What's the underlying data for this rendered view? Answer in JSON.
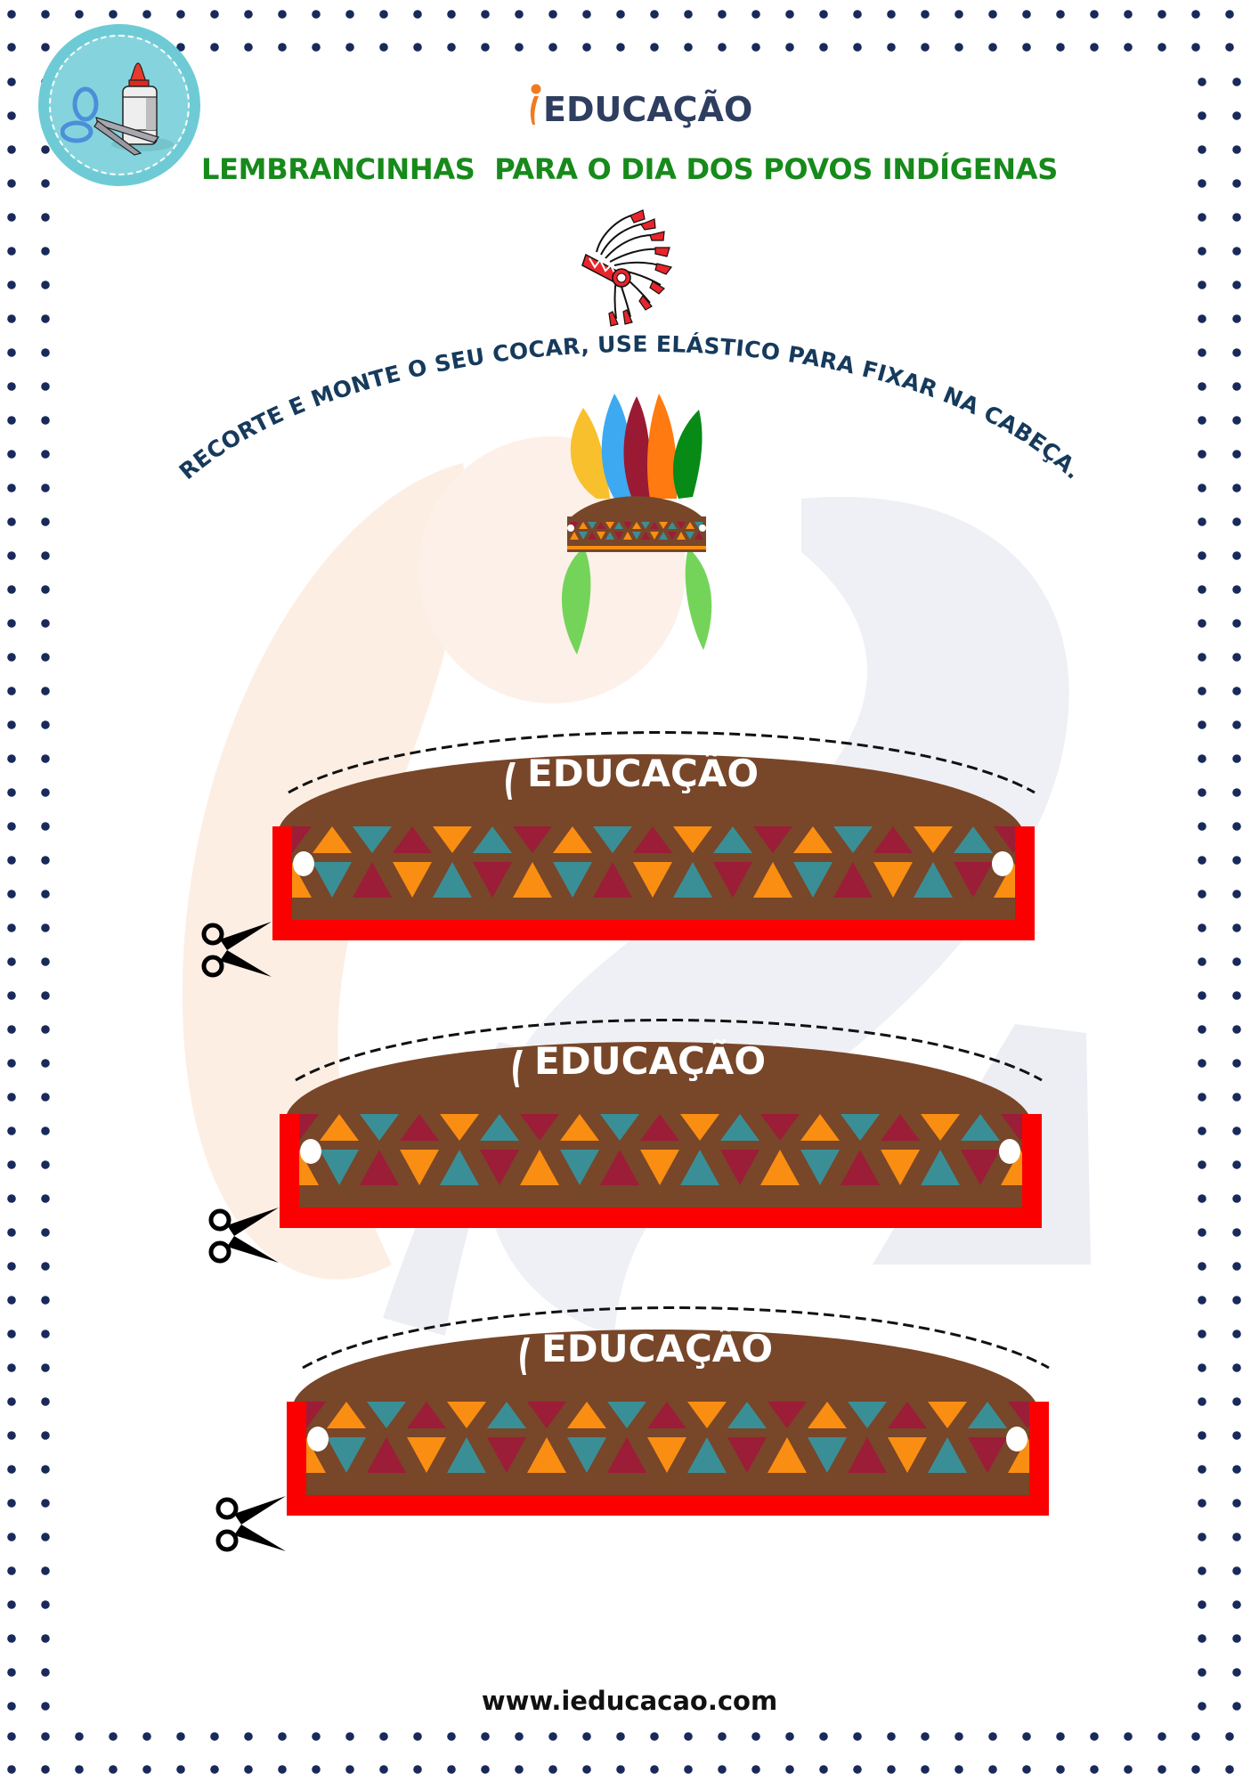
{
  "header": {
    "brand_logo": "EDUCAÇÃO",
    "title": "LEMBRANCINHAS  PARA O DIA DOS POVOS INDÍGENAS",
    "badge_icon": "scissors-and-glue-icon",
    "headdress_icon": "headdress-icon"
  },
  "instruction": {
    "text": "RECORTE E MONTE O SEU COCAR, USE ELÁSTICO PARA FIXAR NA CABEÇA."
  },
  "preview": {
    "icon": "assembled-headdress-icon",
    "feather_colors": [
      "#f8c02c",
      "#3da9f0",
      "#9a1a33",
      "#ff7a10",
      "#078a16"
    ]
  },
  "bands": [
    {
      "label": "EDUCAÇÃO",
      "cut_icon": "scissors-icon"
    },
    {
      "label": "EDUCAÇÃO",
      "cut_icon": "scissors-icon"
    },
    {
      "label": "EDUCAÇÃO",
      "cut_icon": "scissors-icon"
    }
  ],
  "colors": {
    "band_brown": "#784629",
    "band_red": "#fb0000",
    "triangle_maroon": "#9b1d38",
    "triangle_orange": "#fa8e12",
    "triangle_teal": "#3a8f96",
    "dot_navy": "#18295a",
    "title_green": "#168a1a",
    "logo_navy": "#2d3e60",
    "logo_orange": "#f07a1f"
  },
  "footer": {
    "url": "www.ieducacao.com"
  }
}
